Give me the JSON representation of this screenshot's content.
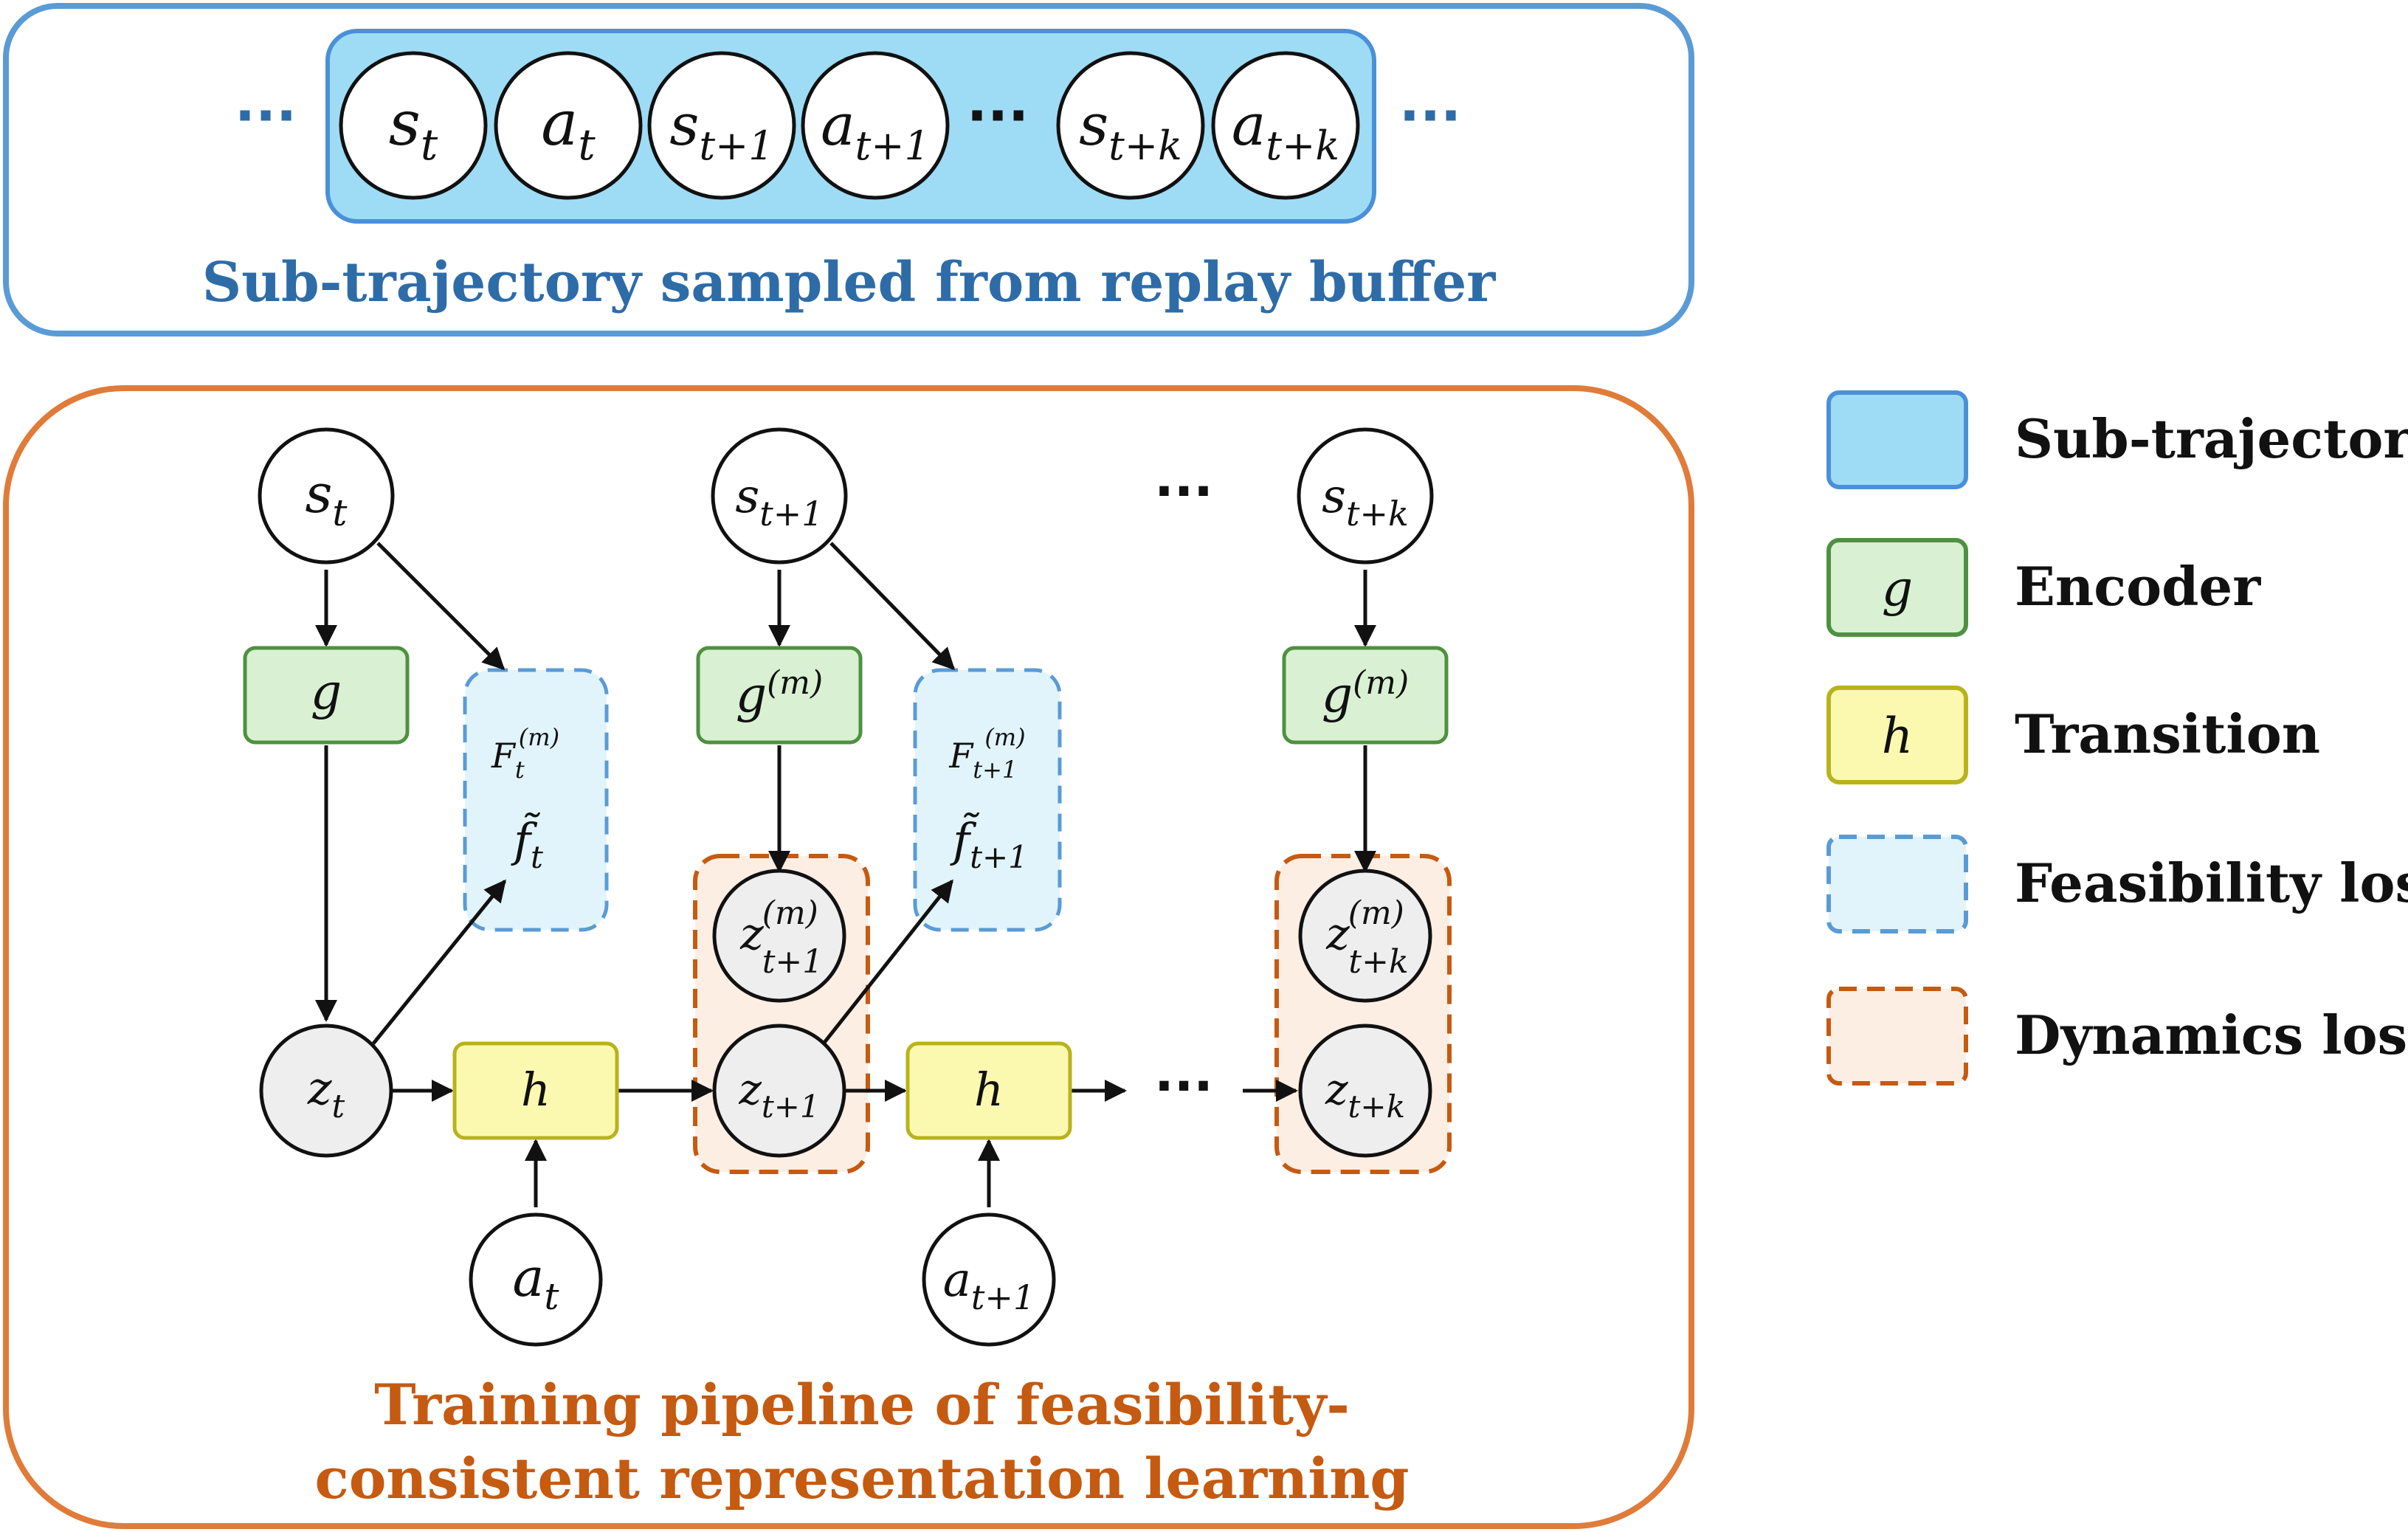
{
  "colors": {
    "top_frame": "#5a9bd5",
    "top_title": "#2e6ca8",
    "subtraj_fill": "#9edcf5",
    "subtraj_stroke": "#4a90d9",
    "bottom_frame": "#e07b39",
    "bottom_title": "#c55a11",
    "encoder_fill": "#d9f0d3",
    "encoder_stroke": "#4e9140",
    "transition_fill": "#fbf8b0",
    "transition_stroke": "#b8b31c",
    "feas_fill": "#e1f4fb",
    "feas_stroke": "#5a9bd5",
    "dyn_fill": "#fdeee3",
    "dyn_stroke": "#c55a11",
    "latent_fill": "#eeeeee"
  },
  "top": {
    "title": "Sub-trajectory sampled from replay buffer",
    "ellipsis": "···",
    "nodes": [
      {
        "base": "s",
        "sub": "t"
      },
      {
        "base": "a",
        "sub": "t"
      },
      {
        "base": "s",
        "sub": "t+1"
      },
      {
        "base": "a",
        "sub": "t+1"
      },
      {
        "base": "s",
        "sub": "t+k"
      },
      {
        "base": "a",
        "sub": "t+k"
      }
    ]
  },
  "bottom": {
    "title_line1": "Training pipeline of feasibility-",
    "title_line2": "consistent representation learning",
    "ellipsis": "···",
    "states": [
      {
        "base": "s",
        "sub": "t"
      },
      {
        "base": "s",
        "sub": "t+1"
      },
      {
        "base": "s",
        "sub": "t+k"
      }
    ],
    "encoders": [
      {
        "base": "g",
        "sup": ""
      },
      {
        "base": "g",
        "sup": "(m)"
      },
      {
        "base": "g",
        "sup": "(m)"
      }
    ],
    "feasibility": [
      {
        "F": "F",
        "F_sub": "t",
        "F_sup": "(m)",
        "f": "f̃",
        "f_sub": "t"
      },
      {
        "F": "F",
        "F_sub": "t+1",
        "F_sup": "(m)",
        "f": "f̃",
        "f_sub": "t+1"
      }
    ],
    "targets": [
      {
        "base": "z",
        "sub": "t+1",
        "sup": "(m)"
      },
      {
        "base": "z",
        "sub": "t+k",
        "sup": "(m)"
      }
    ],
    "latents": [
      {
        "base": "z",
        "sub": "t"
      },
      {
        "base": "z",
        "sub": "t+1"
      },
      {
        "base": "z",
        "sub": "t+k"
      }
    ],
    "transitions": [
      "h",
      "h"
    ],
    "actions": [
      {
        "base": "a",
        "sub": "t"
      },
      {
        "base": "a",
        "sub": "t+1"
      }
    ]
  },
  "legend": [
    {
      "key": "subtrajectory",
      "symbol": "",
      "label": "Sub-trajectory"
    },
    {
      "key": "encoder",
      "symbol": "g",
      "label": "Encoder"
    },
    {
      "key": "transition",
      "symbol": "h",
      "label": "Transition"
    },
    {
      "key": "feasibility",
      "symbol": "",
      "label": "Feasibility loss"
    },
    {
      "key": "dynamics",
      "symbol": "",
      "label": "Dynamics loss"
    }
  ]
}
